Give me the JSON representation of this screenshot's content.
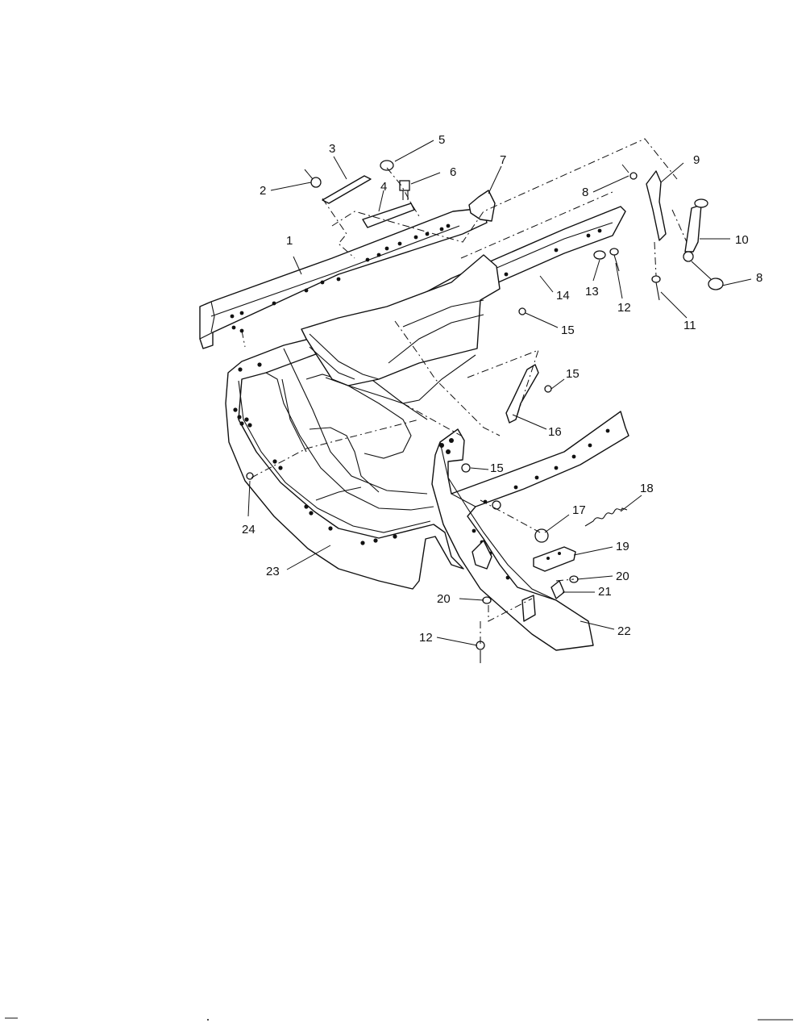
{
  "diagram": {
    "callouts": [
      {
        "id": "c1",
        "label": "1"
      },
      {
        "id": "c2",
        "label": "2"
      },
      {
        "id": "c3",
        "label": "3"
      },
      {
        "id": "c4",
        "label": "4"
      },
      {
        "id": "c5",
        "label": "5"
      },
      {
        "id": "c6",
        "label": "6"
      },
      {
        "id": "c7",
        "label": "7"
      },
      {
        "id": "c8a",
        "label": "8"
      },
      {
        "id": "c8b",
        "label": "8"
      },
      {
        "id": "c9",
        "label": "9"
      },
      {
        "id": "c10",
        "label": "10"
      },
      {
        "id": "c11",
        "label": "11"
      },
      {
        "id": "c12a",
        "label": "12"
      },
      {
        "id": "c12b",
        "label": "12"
      },
      {
        "id": "c13",
        "label": "13"
      },
      {
        "id": "c14",
        "label": "14"
      },
      {
        "id": "c15a",
        "label": "15"
      },
      {
        "id": "c15b",
        "label": "15"
      },
      {
        "id": "c15c",
        "label": "15"
      },
      {
        "id": "c16",
        "label": "16"
      },
      {
        "id": "c17",
        "label": "17"
      },
      {
        "id": "c18",
        "label": "18"
      },
      {
        "id": "c19",
        "label": "19"
      },
      {
        "id": "c20a",
        "label": "20"
      },
      {
        "id": "c20b",
        "label": "20"
      },
      {
        "id": "c21",
        "label": "21"
      },
      {
        "id": "c22",
        "label": "22"
      },
      {
        "id": "c23",
        "label": "23"
      },
      {
        "id": "c24",
        "label": "24"
      }
    ]
  }
}
